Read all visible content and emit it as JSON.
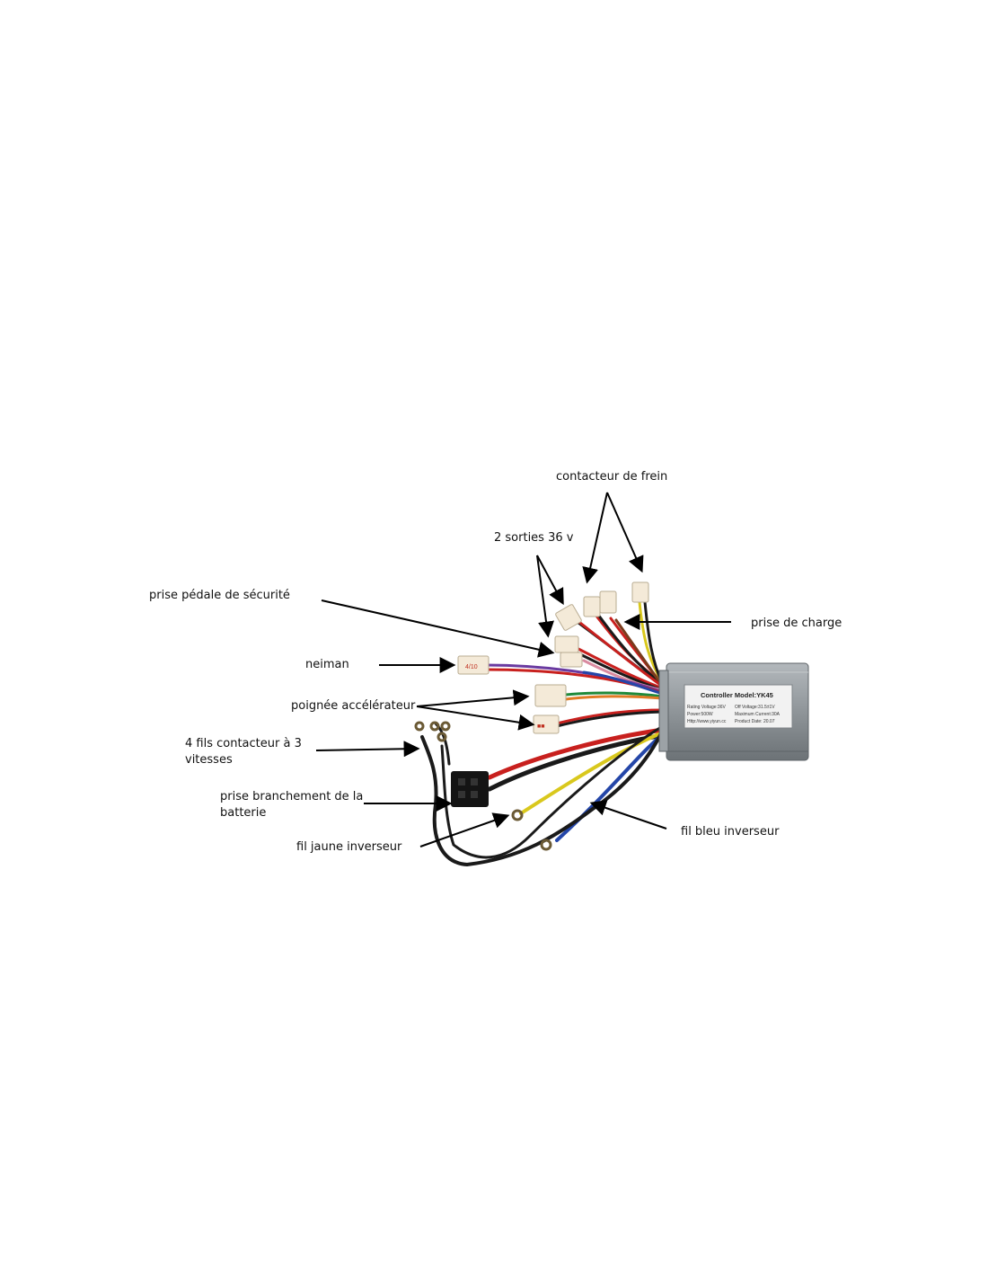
{
  "labels": {
    "contacteur_frein": "contacteur de frein",
    "sorties_36v": "2 sorties 36 v",
    "pedale_securite": "prise pédale de sécurité",
    "prise_charge": "prise de charge",
    "neiman": "neiman",
    "poignee_accelerateur": "poignée accélérateur",
    "contacteur_vitesses_line1": "4 fils contacteur à 3",
    "contacteur_vitesses_line2": "vitesses",
    "batterie_line1": "prise branchement de la",
    "batterie_line2": "batterie",
    "fil_jaune": "fil jaune inverseur",
    "fil_bleu": "fil bleu inverseur"
  },
  "controller": {
    "model": "Controller Model:YK45",
    "rating_voltage": "Rating Voltage:36V",
    "off_voltage": "Off Voltage:31.5±1V",
    "power": "Power:500W",
    "max_current": "Maximum Current:30A",
    "website": "Http://www.yiyun.cc",
    "product_date": "Product Date: 20.07",
    "body_color": "#8f9599"
  },
  "connector_marks": {
    "neiman_plug": "4/10",
    "throttle_plug": "■■"
  },
  "wire_colors": {
    "red": "#c8201e",
    "black": "#1a1a1a",
    "yellow": "#d9c81d",
    "blue": "#2446a8",
    "green": "#1f8a3a",
    "purple": "#6a3aa0",
    "orange": "#e07b25",
    "brown": "#7a3b1c"
  }
}
